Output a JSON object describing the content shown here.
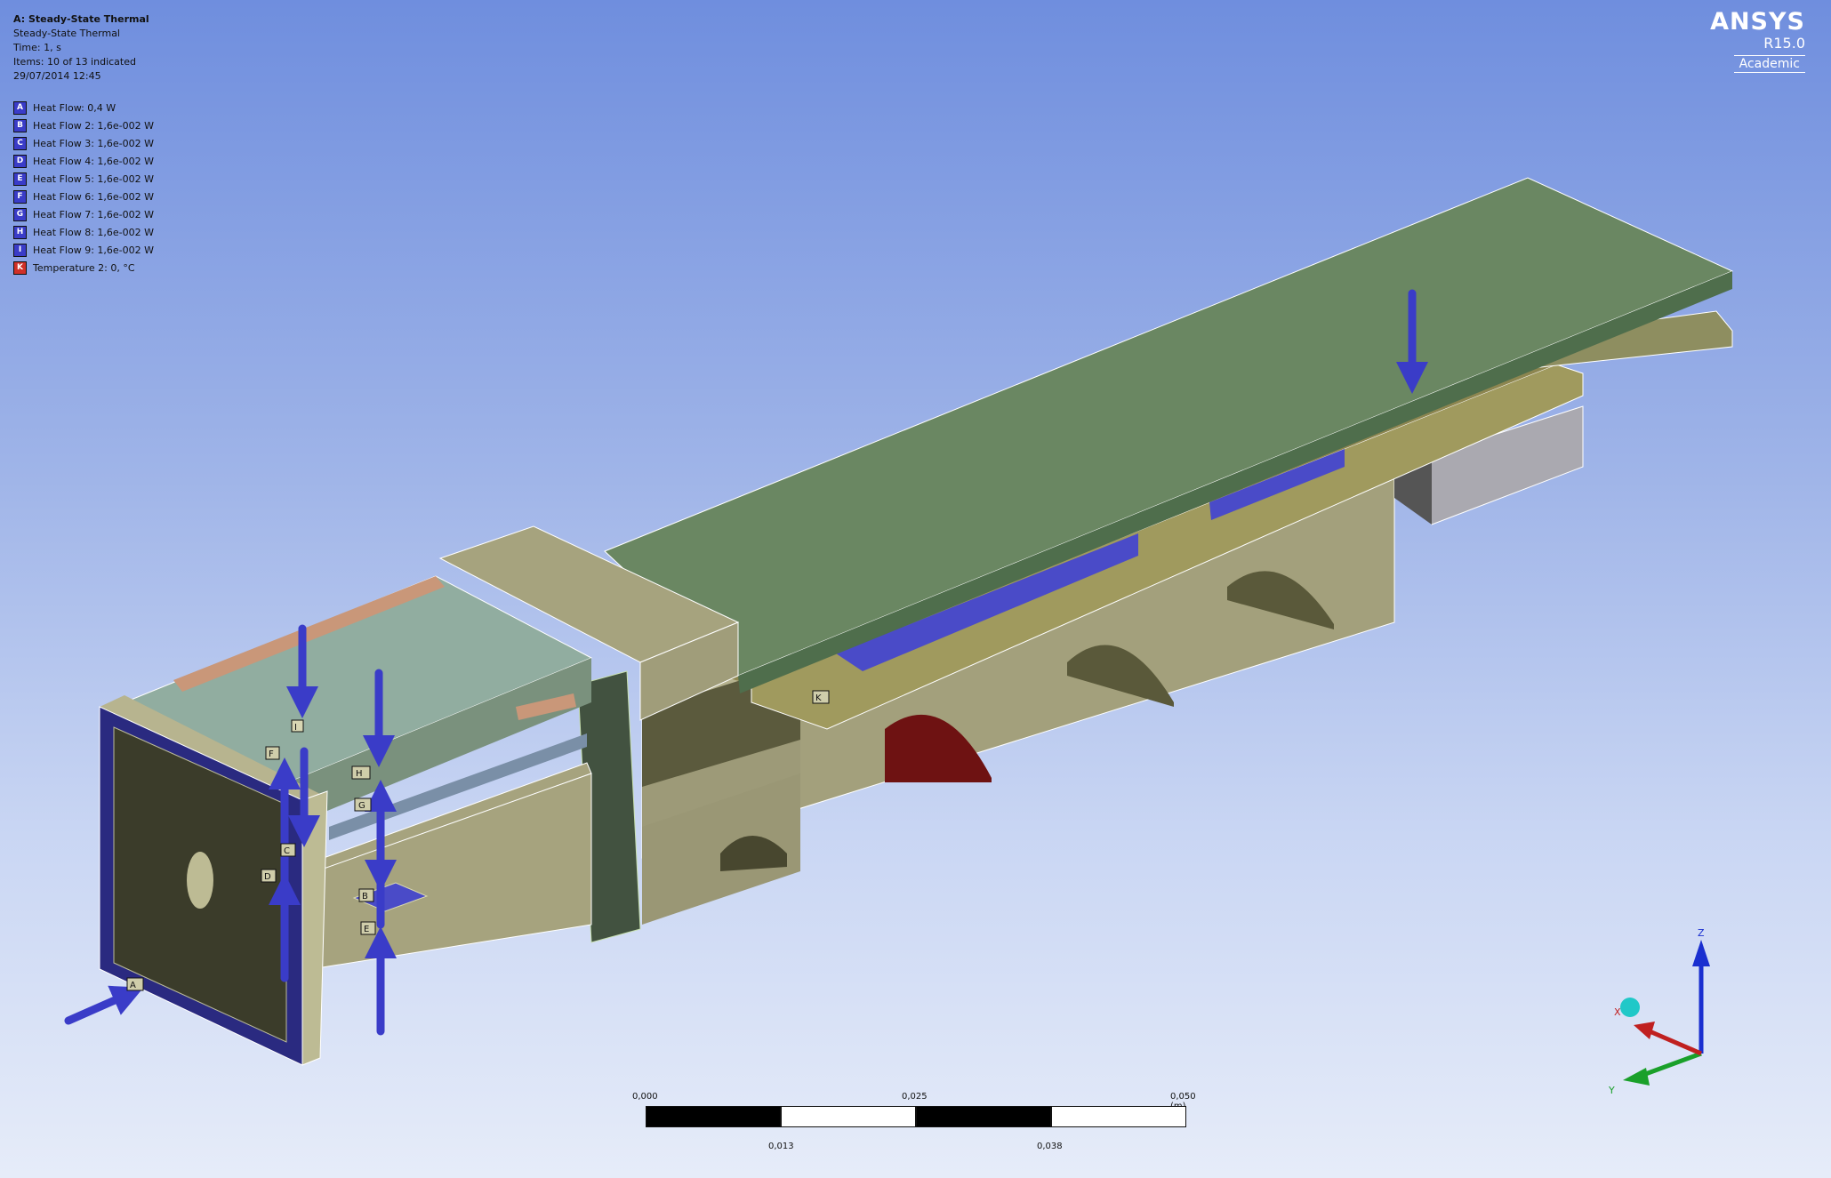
{
  "header": {
    "title": "A: Steady-State Thermal",
    "analysis": "Steady-State Thermal",
    "time": "Time: 1, s",
    "items": "Items: 10 of 13 indicated",
    "date": "29/07/2014 12:45"
  },
  "legend": [
    {
      "tag": "A",
      "label": "Heat Flow: 0,4 W",
      "color": "#3a3cc8"
    },
    {
      "tag": "B",
      "label": "Heat Flow 2: 1,6e-002 W",
      "color": "#3a3cc8"
    },
    {
      "tag": "C",
      "label": "Heat Flow 3: 1,6e-002 W",
      "color": "#3a3cc8"
    },
    {
      "tag": "D",
      "label": "Heat Flow 4: 1,6e-002 W",
      "color": "#3a3cc8"
    },
    {
      "tag": "E",
      "label": "Heat Flow 5: 1,6e-002 W",
      "color": "#3a3cc8"
    },
    {
      "tag": "F",
      "label": "Heat Flow 6: 1,6e-002 W",
      "color": "#3a3cc8"
    },
    {
      "tag": "G",
      "label": "Heat Flow 7: 1,6e-002 W",
      "color": "#3a3cc8"
    },
    {
      "tag": "H",
      "label": "Heat Flow 8: 1,6e-002 W",
      "color": "#3a3cc8"
    },
    {
      "tag": "I",
      "label": "Heat Flow 9: 1,6e-002 W",
      "color": "#3a3cc8"
    },
    {
      "tag": "K",
      "label": "Temperature 2: 0, °C",
      "color": "#d03028"
    }
  ],
  "logo": {
    "brand": "ANSYS",
    "version": "R15.0",
    "edition": "Academic"
  },
  "scalebar": {
    "top_labels": [
      "0,000",
      "0,025",
      "0,050 (m)"
    ],
    "bottom_labels": [
      "0,013",
      "0,038"
    ]
  },
  "triad": {
    "z": "Z",
    "y": "Y",
    "x": "X"
  },
  "markers": {
    "a": "A",
    "b": "B",
    "c": "C",
    "d": "D",
    "e": "E",
    "f": "F",
    "g": "G",
    "h": "H",
    "i": "I",
    "k": "K"
  }
}
